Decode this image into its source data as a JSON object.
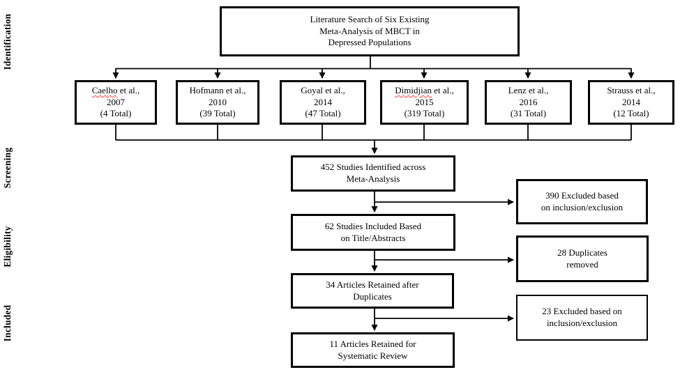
{
  "title_box": "Literature Search of Six Existing\nMeta-Analysis of MBCT in\nDepressed Populations",
  "stage_labels": {
    "identification": "Identification",
    "screening": "Screening",
    "eligibility": "Eligibility",
    "included": "Included"
  },
  "sources": [
    {
      "author": "Caelho",
      "author_suffix": " et al.,",
      "year": "2007",
      "total": "(4 Total)"
    },
    {
      "author": "Hofmann",
      "author_suffix": " et al.,",
      "year": "2010",
      "total": "(39 Total)"
    },
    {
      "author": "Goyal",
      "author_suffix": " et al.,",
      "year": "2014",
      "total": "(47 Total)"
    },
    {
      "author": "Dimidjian",
      "author_suffix": " et al.,",
      "year": "2015",
      "total": "(319 Total)"
    },
    {
      "author": "Lenz",
      "author_suffix": " et al.,",
      "year": "2016",
      "total": "(31 Total)"
    },
    {
      "author": "Strauss",
      "author_suffix": " et al.,",
      "year": "2014",
      "total": "(12 Total)"
    }
  ],
  "flow": {
    "identified": "452 Studies Identified across\nMeta-Analysis",
    "title_abstracts": "62 Studies Included Based\non Title/Abstracts",
    "after_duplicates": "34 Articles Retained after\nDuplicates",
    "final": "11 Articles Retained for\nSystematic Review"
  },
  "exclusions": [
    "390 Excluded based\non inclusion/exclusion",
    "28 Duplicates\nremoved",
    "23 Excluded based on\ninclusion/exclusion"
  ],
  "colors": {
    "line": "#000000",
    "box_border": "#000000",
    "spellcheck_underline": "#ff3b30"
  }
}
